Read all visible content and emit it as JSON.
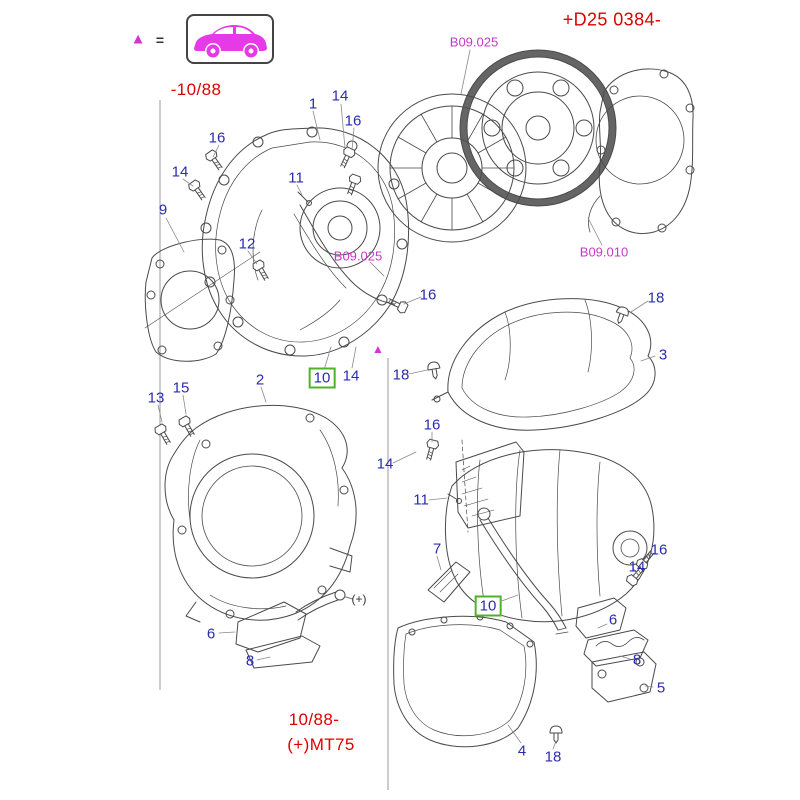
{
  "legend": {
    "triangle": "▲",
    "equals": "=",
    "validity": "-10/88"
  },
  "revision_code": "+D25 0384-",
  "ref_codes": {
    "top": "B09.025",
    "mid": "B09.025",
    "right": "B09.010"
  },
  "markers": {
    "triangle": "▲",
    "plus": "(+)"
  },
  "footer": {
    "validity": "10/88-",
    "transmission": "(+)MT75"
  },
  "colors": {
    "callout_blue": "#2b2bb0",
    "catalog_red": "#dd0000",
    "catalog_magenta": "#c838c8",
    "highlight_green": "#4db32b",
    "line_art": "#4a4a4a"
  },
  "callouts": [
    {
      "label": "16"
    },
    {
      "label": "14"
    },
    {
      "label": "1"
    },
    {
      "label": "14"
    },
    {
      "label": "16"
    },
    {
      "label": "11"
    },
    {
      "label": "9"
    },
    {
      "label": "12"
    },
    {
      "label": "16"
    },
    {
      "label": "10",
      "highlighted": true
    },
    {
      "label": "14"
    },
    {
      "label": "18"
    },
    {
      "label": "3"
    },
    {
      "label": "18"
    },
    {
      "label": "13"
    },
    {
      "label": "15"
    },
    {
      "label": "2"
    },
    {
      "label": "16"
    },
    {
      "label": "14"
    },
    {
      "label": "11"
    },
    {
      "label": "7"
    },
    {
      "label": "16"
    },
    {
      "label": "14"
    },
    {
      "label": "10",
      "highlighted": true
    },
    {
      "label": "6"
    },
    {
      "label": "8"
    },
    {
      "label": "6"
    },
    {
      "label": "8"
    },
    {
      "label": "5"
    },
    {
      "label": "4"
    },
    {
      "label": "18"
    }
  ]
}
